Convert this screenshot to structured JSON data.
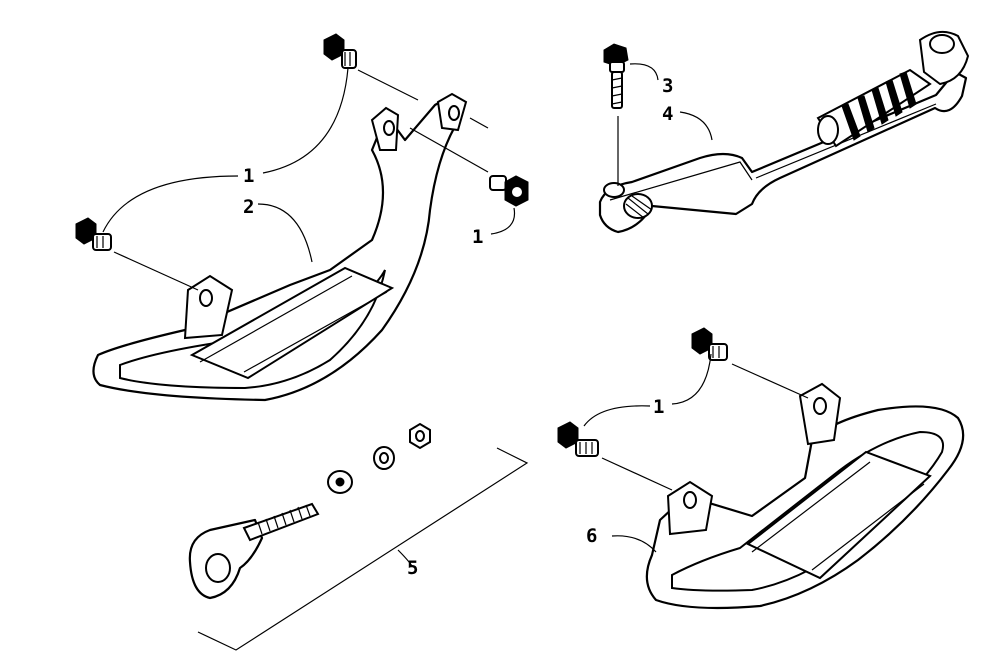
{
  "callouts": [
    {
      "id": "1a",
      "text": "1"
    },
    {
      "id": "1b",
      "text": "1"
    },
    {
      "id": "1c",
      "text": "1"
    },
    {
      "id": "2",
      "text": "2"
    },
    {
      "id": "3",
      "text": "3"
    },
    {
      "id": "4",
      "text": "4"
    },
    {
      "id": "5",
      "text": "5"
    },
    {
      "id": "6",
      "text": "6"
    }
  ]
}
